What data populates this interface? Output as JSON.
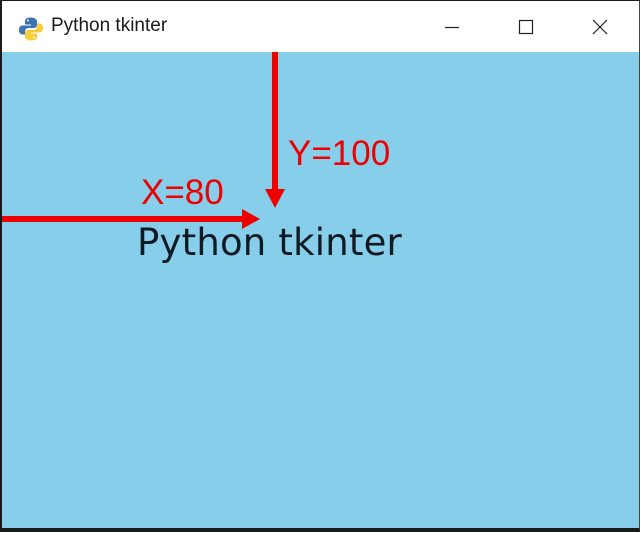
{
  "window": {
    "title": "Python tkinter",
    "icon": "python-logo-icon",
    "controls": {
      "minimize": "minimize-icon",
      "maximize": "maximize-icon",
      "close": "close-icon"
    }
  },
  "client": {
    "background_color": "#87CEEB",
    "label_text": "Python tkinter"
  },
  "annotations": {
    "color": "#EE0000",
    "y_label": "Y=100",
    "x_label": "X=80"
  }
}
